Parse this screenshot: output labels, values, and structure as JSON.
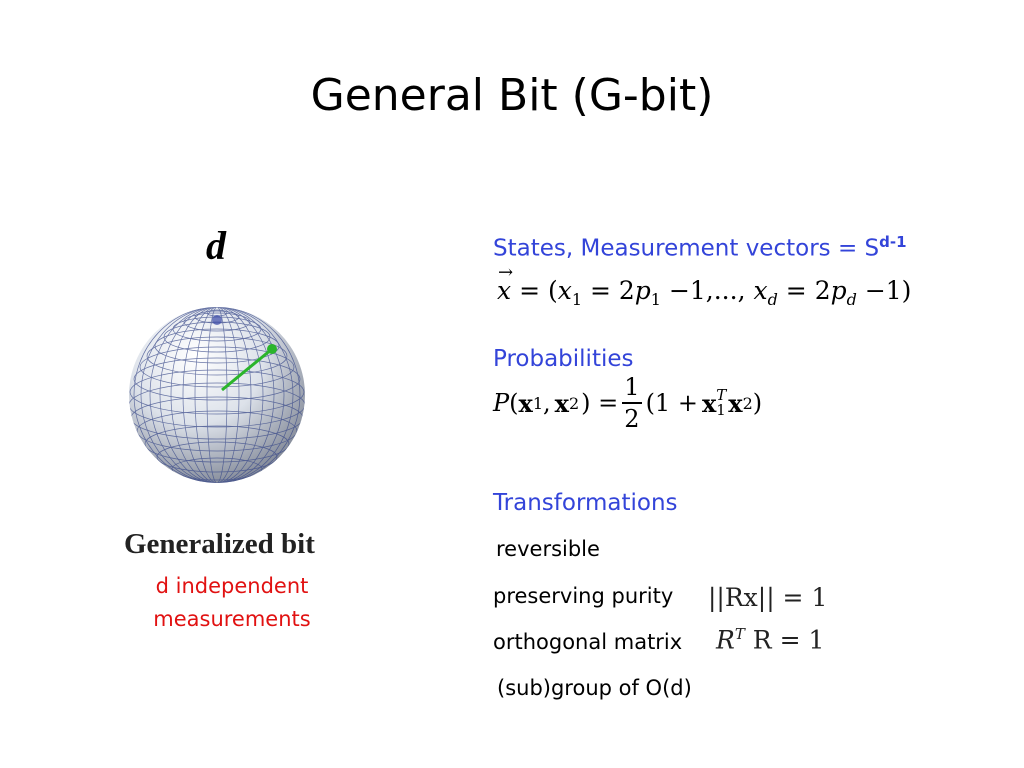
{
  "slide": {
    "title": "General Bit (G-bit)",
    "left": {
      "dim_label": "d",
      "caption": "Generalized bit",
      "note_line1": "d independent",
      "note_line2": "measurements"
    },
    "right": {
      "states_heading": "States, Measurement vectors = S",
      "states_sup": "d-1",
      "states_formula": {
        "lhs": "x",
        "eq": "= (",
        "x1": "x",
        "x1_sub": "1",
        "mid1": "= 2",
        "p1": "p",
        "p1_sub": "1",
        "mid2": "−1,...,",
        "xd": "x",
        "xd_sub": "d",
        "mid3": "= 2",
        "pd": "p",
        "pd_sub": "d",
        "end": "−1)"
      },
      "prob_heading": "Probabilities",
      "prob_formula": {
        "P": "P",
        "open": "(",
        "x1": "x",
        "x1_sub": "1",
        "comma": ",",
        "x2": "x",
        "x2_sub": "2",
        "close": ") =",
        "num": "1",
        "den": "2",
        "paren": "(1 +",
        "x1b": "x",
        "x1b_sup": "T",
        "x1b_sub": "1",
        "x2b": "x",
        "x2b_sub": "2",
        "end": ")"
      },
      "trans_heading": "Transformations",
      "items": [
        "reversible",
        "preserving purity",
        "orthogonal matrix",
        "(sub)group of O(d)"
      ],
      "purity_formula": "||Rx|| = 1",
      "ortho_formula": {
        "R": "R",
        "sup": "T",
        "rest": "R = 1"
      }
    }
  },
  "colors": {
    "heading_blue": "#3344d9",
    "note_red": "#e11111",
    "vector_green": "#2bb52b"
  }
}
